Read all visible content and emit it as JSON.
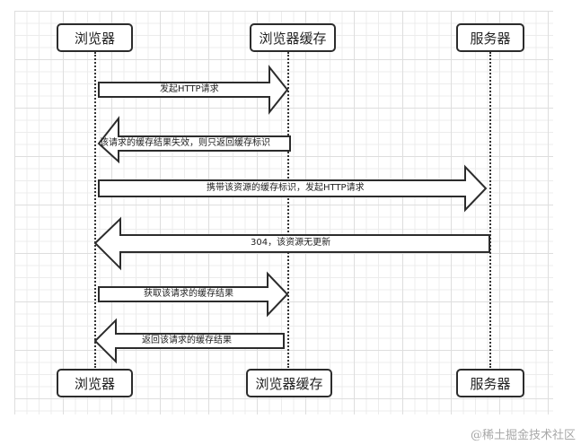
{
  "diagram": {
    "title": "HTTP negotiated cache sequence",
    "participants": [
      {
        "id": "browser",
        "label": "浏览器"
      },
      {
        "id": "cache",
        "label": "浏览器缓存"
      },
      {
        "id": "server",
        "label": "服务器"
      }
    ],
    "messages": [
      {
        "from": "browser",
        "to": "cache",
        "direction": "right",
        "label": "发起HTTP请求"
      },
      {
        "from": "cache",
        "to": "browser",
        "direction": "left",
        "label": "该请求的缓存结果失效，则只返回缓存标识"
      },
      {
        "from": "browser",
        "to": "server",
        "direction": "right",
        "label": "携带该资源的缓存标识，发起HTTP请求"
      },
      {
        "from": "server",
        "to": "browser",
        "direction": "left",
        "label": "304，该资源无更新"
      },
      {
        "from": "browser",
        "to": "cache",
        "direction": "right",
        "label": "获取该请求的缓存结果"
      },
      {
        "from": "cache",
        "to": "browser",
        "direction": "left",
        "label": "返回该请求的缓存结果"
      }
    ],
    "colors": {
      "stroke": "#2c2c2c",
      "grid": "#ececec",
      "fill": "#ffffff"
    }
  },
  "watermark": "@稀土掘金技术社区"
}
